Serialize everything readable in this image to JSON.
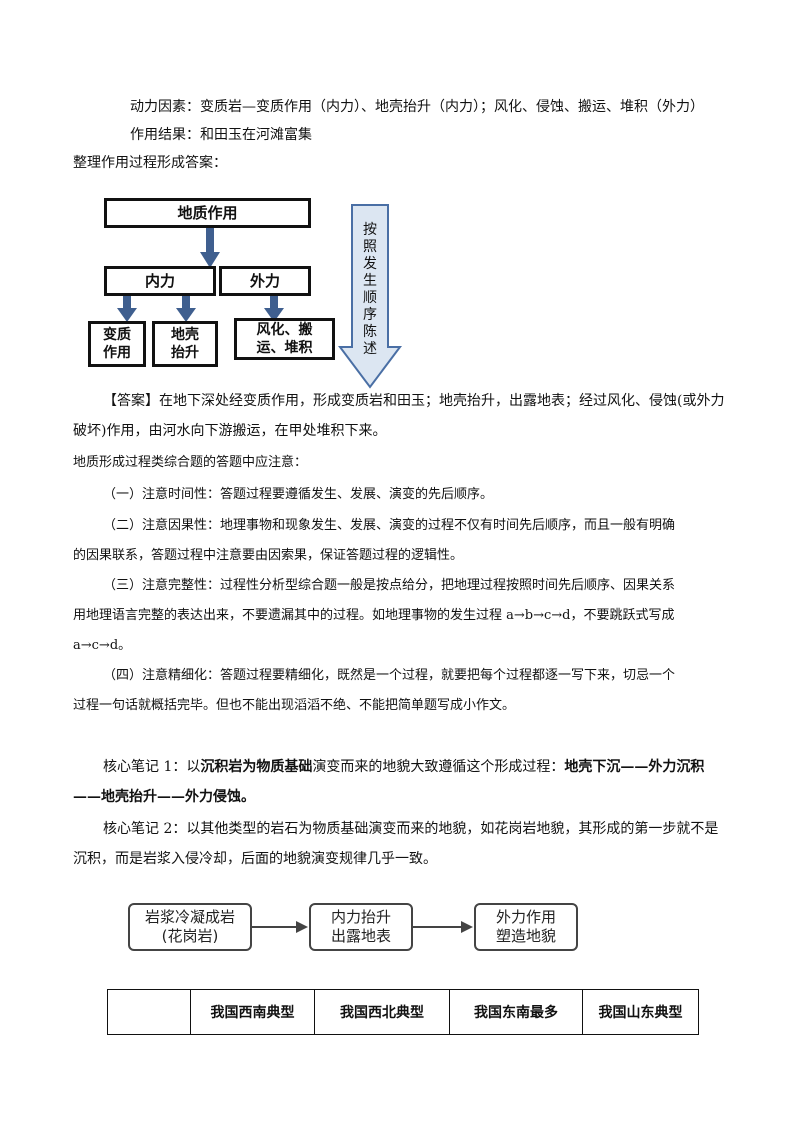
{
  "lines": {
    "dynamics": "动力因素：变质岩—变质作用（内力）、地壳抬升（内力）；风化、侵蚀、搬运、堆积（外力）",
    "result": "作用结果：和田玉在河滩富集",
    "organize": "整理作用过程形成答案："
  },
  "diagram1": {
    "top": "地质作用",
    "inner": "内力",
    "outer": "外力",
    "c1": "变质作用",
    "c2": "地壳抬升",
    "c3": "风化、搬运、堆积",
    "arrow_text": "按照发生顺序陈述"
  },
  "answer": {
    "tag": "【答案】",
    "line1": "在地下深处经变质作用，形成变质岩和田玉；地壳抬升，出露地表；经过风化、侵蚀(或外力",
    "line2": "破坏)作用，由河水向下游搬运，在甲处堆积下来。"
  },
  "notes": {
    "heading": "地质形成过程类综合题的答题中应注意：",
    "n1": "（一）注意时间性：答题过程要遵循发生、发展、演变的先后顺序。",
    "n2a": "（二）注意因果性：地理事物和现象发生、发展、演变的过程不仅有时间先后顺序，而且一般有明确",
    "n2b": "的因果联系，答题过程中注意要由因索果，保证答题过程的逻辑性。",
    "n3a": "（三）注意完整性：过程性分析型综合题一般是按点给分，把地理过程按照时间先后顺序、因果关系",
    "n3b": "用地理语言完整的表达出来，不要遗漏其中的过程。如地理事物的发生过程 a→b→c→d，不要跳跃式写成",
    "n3c": "a→c→d。",
    "n4a": "（四）注意精细化：答题过程要精细化，既然是一个过程，就要把每个过程都逐一写下来，切忌一个",
    "n4b": "过程一句话就概括完毕。但也不能出现滔滔不绝、不能把简单题写成小作文。"
  },
  "core1": {
    "a": "核心笔记 1：以",
    "b": "沉积岩为物质基础",
    "c": "演变而来的地貌大致遵循这个形成过程：",
    "d": "地壳下沉——外力沉积",
    "e": "——地壳抬升——外力侵蚀。"
  },
  "core2": {
    "l1": "核心笔记 2：以其他类型的岩石为物质基础演变而来的地貌，如花岗岩地貌，其形成的第一步就不是",
    "l2": "沉积，而是岩浆入侵冷却，后面的地貌演变规律几乎一致。"
  },
  "flow2": {
    "s1a": "岩浆冷凝成岩",
    "s1b": "(花岗岩)",
    "s2a": "内力抬升",
    "s2b": "出露地表",
    "s3a": "外力作用",
    "s3b": "塑造地貌"
  },
  "table": {
    "headers": [
      "",
      "我国西南典型",
      "我国西北典型",
      "我国东南最多",
      "我国山东典型"
    ]
  }
}
